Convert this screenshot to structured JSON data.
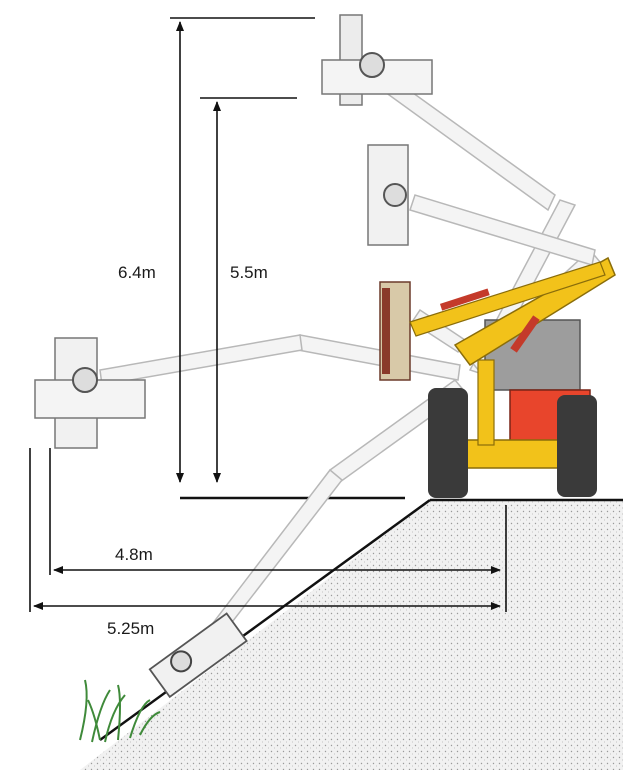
{
  "dimensions": {
    "height_max": "6.4m",
    "height_min": "5.5m",
    "reach_slope": "4.8m",
    "reach_max": "5.25m"
  },
  "colors": {
    "ink": "#111111",
    "ground_fill": "#e9e9e9",
    "tractor_yellow": "#f2c21a",
    "tractor_red": "#e8452c",
    "tractor_dark": "#3a3a3a",
    "ghost_arm": "#bdbdbd",
    "grass_green": "#3f8a3a"
  },
  "icons": [
    "tractor-icon",
    "flail-mower-head-icon",
    "grass-icon"
  ]
}
